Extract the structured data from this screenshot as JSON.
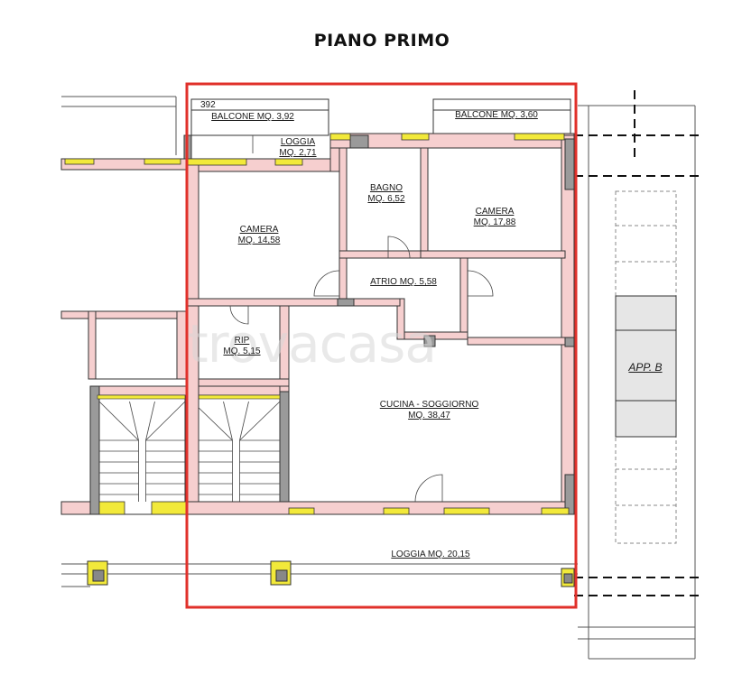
{
  "title": "PIANO PRIMO",
  "watermark": "trovacasa",
  "accent_colors": {
    "highlight_frame": "#e0302a",
    "wall_fill": "#f6cfcf",
    "window_fill": "#f2e93a",
    "stair_wall": "#9a9a9a"
  },
  "corner_note": "392",
  "rooms": {
    "balcone_left": "BALCONE MQ. 3,92",
    "balcone_right": "BALCONE MQ. 3,60",
    "loggia_top_name": "LOGGIA",
    "loggia_top_area": "MQ. 2,71",
    "bagno_name": "BAGNO",
    "bagno_area": "MQ. 6,52",
    "camera_left_name": "CAMERA",
    "camera_left_area": "MQ. 14,58",
    "camera_right_name": "CAMERA",
    "camera_right_area": "MQ. 17,88",
    "atrio": "ATRIO MQ. 5,58",
    "rip_name": "RIP",
    "rip_area": "MQ. 5,15",
    "cucina_name": "CUCINA - SOGGIORNO",
    "cucina_area": "MQ. 38,47",
    "loggia_bottom": "LOGGIA MQ. 20,15",
    "app_b": "APP. B"
  }
}
